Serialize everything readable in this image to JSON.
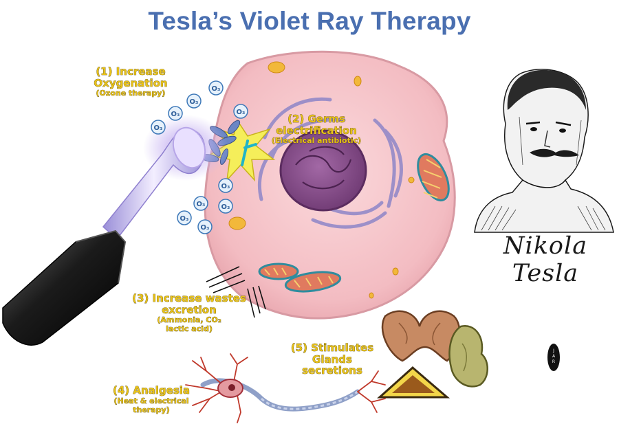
{
  "title": "Tesla’s Violet Ray Therapy",
  "labels": {
    "oxygenation": {
      "main_1": "(1) Increase",
      "main_2": "Oxygenation",
      "sub": "(Ozone therapy)"
    },
    "germs": {
      "main_1": "(2) Germs",
      "main_2": "electrification",
      "sub": "(Electrical antibiotic)"
    },
    "wastes": {
      "main_1": "(3) Increase wastes",
      "main_2": "excretion",
      "sub_1": "(Ammonia, CO₂",
      "sub_2": "lactic acid)"
    },
    "analgesia": {
      "main": "(4) Analgesia",
      "sub_1": "(Heat & electrical",
      "sub_2": "therapy)"
    },
    "glands": {
      "main_1": "(5) Stimulates",
      "main_2": "Glands secretions"
    }
  },
  "ozone_symbol": "O₃",
  "portrait_caption": "Nikola Tesla",
  "colors": {
    "title": "#4a6fb0",
    "label_fill": "#e8c21a",
    "cell": "#f6c9cc",
    "nucleus": "#8a4f8e",
    "wand_glow": "#c9b6f2"
  }
}
